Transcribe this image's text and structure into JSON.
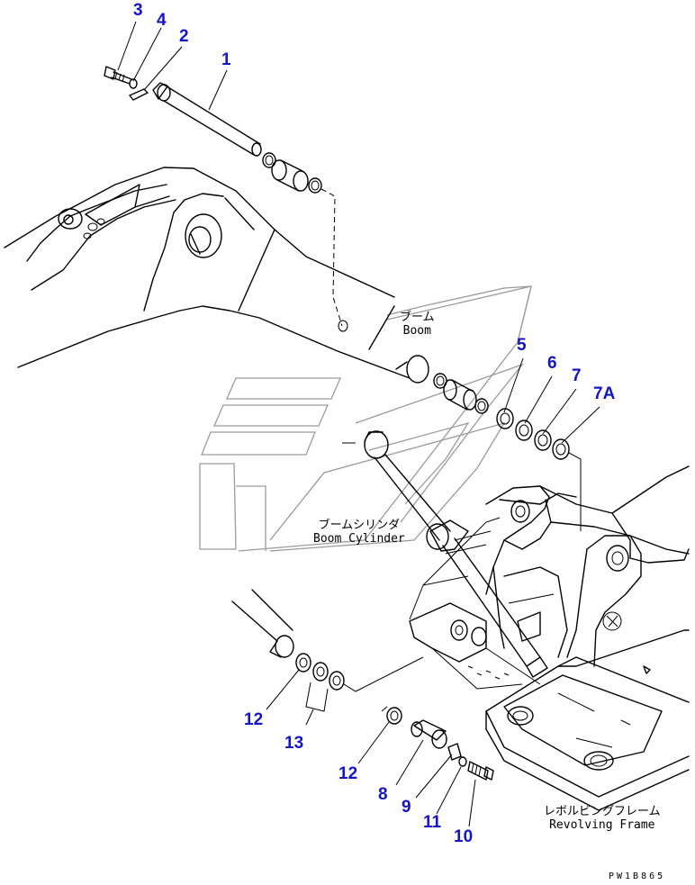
{
  "callouts": [
    {
      "id": "c3",
      "text": "3"
    },
    {
      "id": "c4",
      "text": "4"
    },
    {
      "id": "c2",
      "text": "2"
    },
    {
      "id": "c1",
      "text": "1"
    },
    {
      "id": "c5",
      "text": "5"
    },
    {
      "id": "c6",
      "text": "6"
    },
    {
      "id": "c7",
      "text": "7"
    },
    {
      "id": "c7a",
      "text": "7A"
    },
    {
      "id": "c12a",
      "text": "12"
    },
    {
      "id": "c13",
      "text": "13"
    },
    {
      "id": "c12b",
      "text": "12"
    },
    {
      "id": "c8",
      "text": "8"
    },
    {
      "id": "c9",
      "text": "9"
    },
    {
      "id": "c11",
      "text": "11"
    },
    {
      "id": "c10",
      "text": "10"
    }
  ],
  "labels": {
    "boom_jp": "ブーム",
    "boom_en": "Boom",
    "cyl_jp": "ブームシリンダ",
    "cyl_en": "Boom Cylinder",
    "frame_jp": "レボルビングフレーム",
    "frame_en": "Revolving Frame"
  },
  "drawing_code": "PW1B865",
  "colors": {
    "callout": "#1414c8",
    "line": "#000000",
    "watermark": "#9a9a9a"
  }
}
